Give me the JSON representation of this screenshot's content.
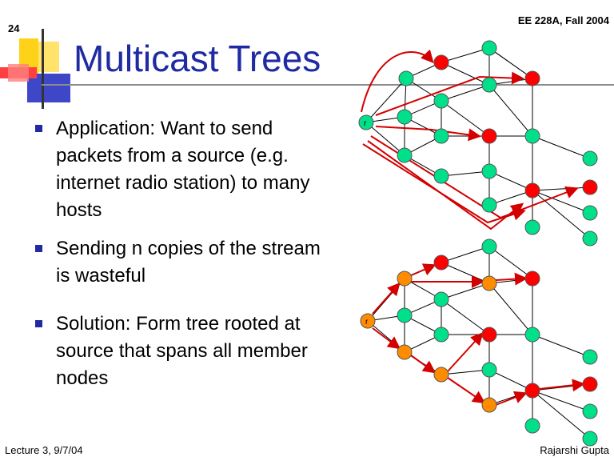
{
  "slide": {
    "number": "24",
    "course": "EE 228A, Fall 2004",
    "title": "Multicast Trees"
  },
  "bullets": [
    "Application: Want to send packets from a source (e.g. internet radio station) to many hosts",
    "Sending n copies of the stream is wasteful",
    "Solution: Form tree rooted at source that spans all member nodes"
  ],
  "footer": {
    "left": "Lecture 3, 9/7/04",
    "right": "Rajarshi Gupta"
  },
  "diagrams": {
    "top_source_label": "r",
    "bottom_source_label": "r"
  },
  "colors": {
    "title": "#1f2aa3",
    "bullet": "#1f2aa3",
    "node_default": "#00e08a",
    "node_member": "#ff0000",
    "node_tree": "#ff8c00",
    "node_source": "#00e08a",
    "arrow": "#d40000"
  }
}
